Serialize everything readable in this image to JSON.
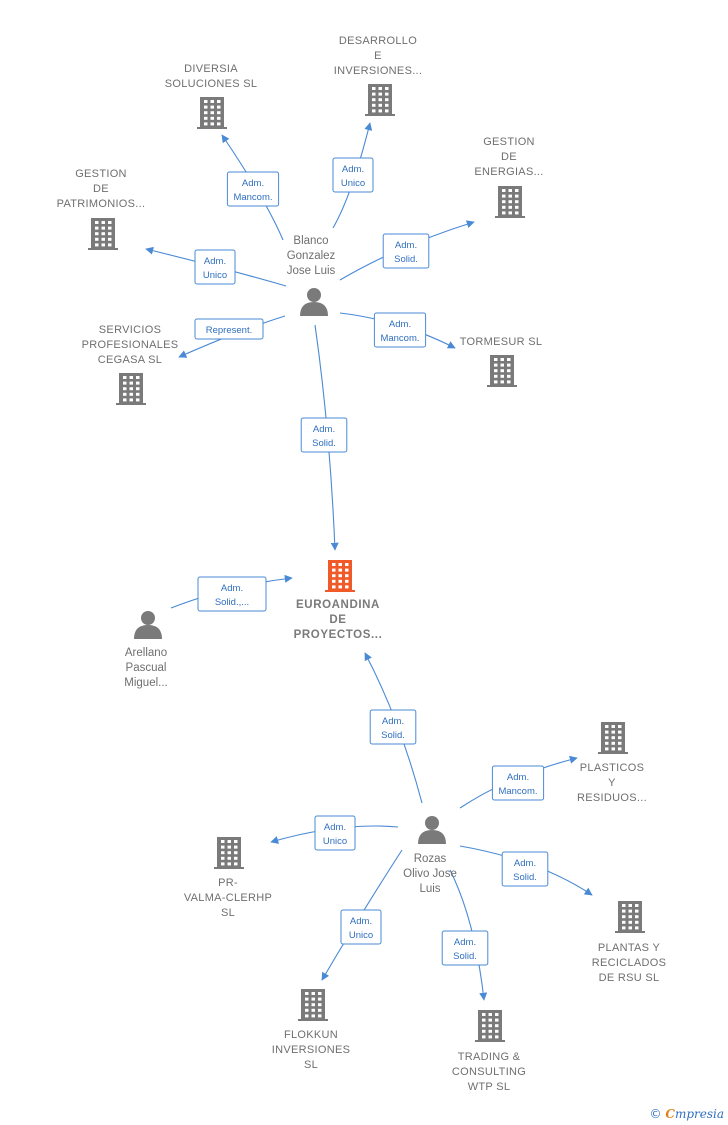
{
  "colors": {
    "edge": "#4a8ad4",
    "node": "#7a7a7a",
    "main_node": "#f05a28"
  },
  "nodes": [
    {
      "id": "diversia",
      "type": "company",
      "label": [
        "DIVERSIA",
        "SOLUCIONES SL"
      ]
    },
    {
      "id": "desarrollo",
      "type": "company",
      "label": [
        "DESARROLLO",
        "E",
        "INVERSIONES..."
      ]
    },
    {
      "id": "gestion_energias",
      "type": "company",
      "label": [
        "GESTION",
        "DE",
        "ENERGIAS..."
      ]
    },
    {
      "id": "gestion_patrimonios",
      "type": "company",
      "label": [
        "GESTION",
        "DE",
        "PATRIMONIOS..."
      ]
    },
    {
      "id": "servicios",
      "type": "company",
      "label": [
        "SERVICIOS",
        "PROFESIONALES",
        "CEGASA  SL"
      ]
    },
    {
      "id": "tormesur",
      "type": "company",
      "label": [
        "TORMESUR SL"
      ]
    },
    {
      "id": "euroandina",
      "type": "main",
      "label": [
        "EUROANDINA",
        "DE",
        "PROYECTOS..."
      ]
    },
    {
      "id": "plasticos",
      "type": "company",
      "label": [
        "PLASTICOS",
        "Y",
        "RESIDUOS..."
      ]
    },
    {
      "id": "prvalma",
      "type": "company",
      "label": [
        "PR-",
        "VALMA-CLERHP",
        "SL"
      ]
    },
    {
      "id": "plantas",
      "type": "company",
      "label": [
        "PLANTAS Y",
        "RECICLADOS",
        "DE RSU  SL"
      ]
    },
    {
      "id": "flokkun",
      "type": "company",
      "label": [
        "FLOKKUN",
        "INVERSIONES",
        "SL"
      ]
    },
    {
      "id": "trading",
      "type": "company",
      "label": [
        "TRADING &",
        "CONSULTING",
        "WTP  SL"
      ]
    },
    {
      "id": "blanco",
      "type": "person",
      "label": [
        "Blanco",
        "Gonzalez",
        "Jose Luis"
      ]
    },
    {
      "id": "arellano",
      "type": "person",
      "label": [
        "Arellano",
        "Pascual",
        "Miguel..."
      ]
    },
    {
      "id": "rozas",
      "type": "person",
      "label": [
        "Rozas",
        "Olivo Jose",
        "Luis"
      ]
    }
  ],
  "edges": [
    {
      "from": "blanco",
      "to": "diversia",
      "label": [
        "Adm.",
        "Mancom."
      ]
    },
    {
      "from": "blanco",
      "to": "desarrollo",
      "label": [
        "Adm.",
        "Unico"
      ]
    },
    {
      "from": "blanco",
      "to": "gestion_energias",
      "label": [
        "Adm.",
        "Solid."
      ]
    },
    {
      "from": "blanco",
      "to": "gestion_patrimonios",
      "label": [
        "Adm.",
        "Unico"
      ]
    },
    {
      "from": "blanco",
      "to": "servicios",
      "label": [
        "Represent."
      ]
    },
    {
      "from": "blanco",
      "to": "tormesur",
      "label": [
        "Adm.",
        "Mancom."
      ]
    },
    {
      "from": "blanco",
      "to": "euroandina",
      "label": [
        "Adm.",
        "Solid."
      ]
    },
    {
      "from": "arellano",
      "to": "euroandina",
      "label": [
        "Adm.",
        "Solid.,..."
      ]
    },
    {
      "from": "rozas",
      "to": "euroandina",
      "label": [
        "Adm.",
        "Solid."
      ]
    },
    {
      "from": "rozas",
      "to": "plasticos",
      "label": [
        "Adm.",
        "Mancom."
      ]
    },
    {
      "from": "rozas",
      "to": "prvalma",
      "label": [
        "Adm.",
        "Unico"
      ]
    },
    {
      "from": "rozas",
      "to": "plantas",
      "label": [
        "Adm.",
        "Solid."
      ]
    },
    {
      "from": "rozas",
      "to": "flokkun",
      "label": [
        "Adm.",
        "Unico"
      ]
    },
    {
      "from": "rozas",
      "to": "trading",
      "label": [
        "Adm.",
        "Solid."
      ]
    }
  ],
  "footer": {
    "copyright_symbol": "©",
    "brand_first": "C",
    "brand_rest": "mpresia"
  }
}
